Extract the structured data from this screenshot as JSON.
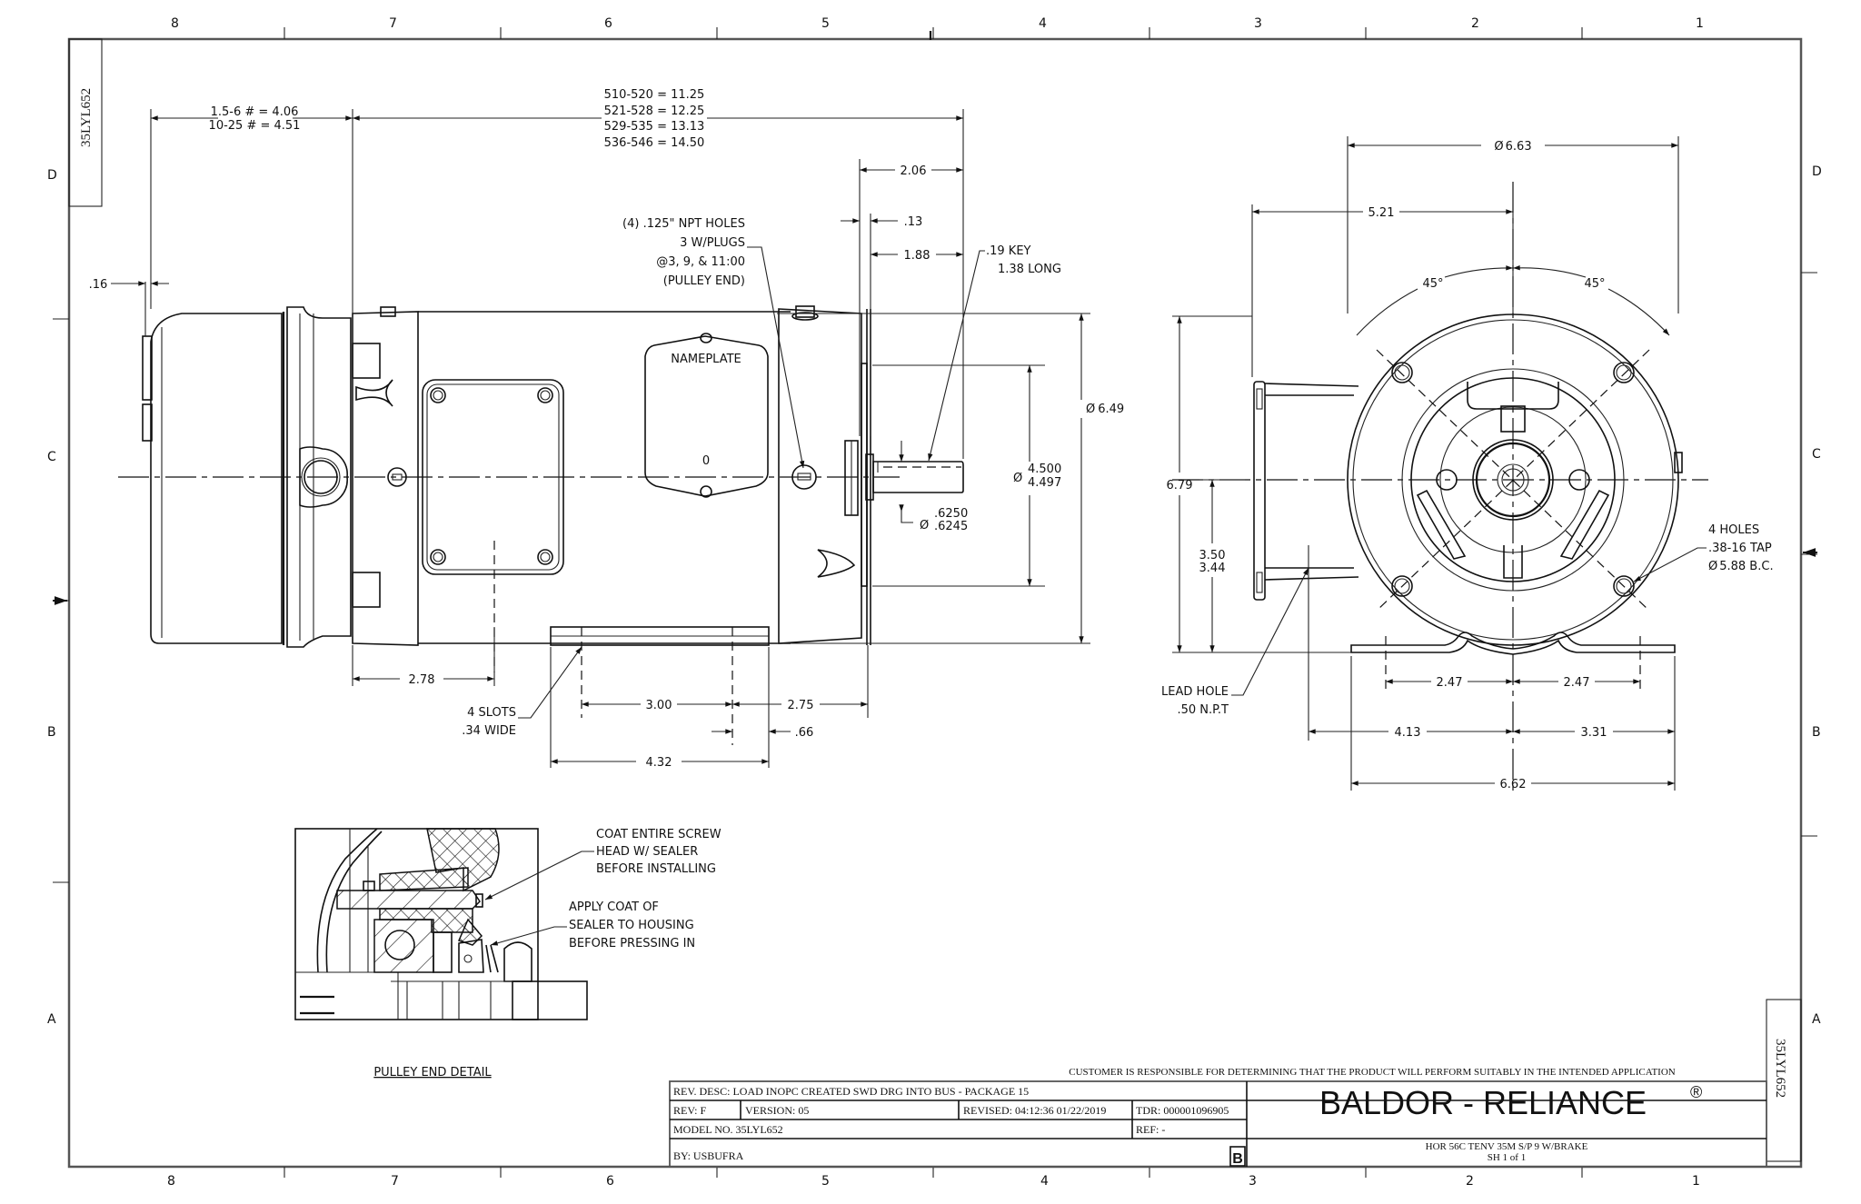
{
  "sheet": {
    "zones_top": [
      "8",
      "7",
      "6",
      "5",
      "4",
      "3",
      "2",
      "1"
    ],
    "zones_bottom": [
      "8",
      "7",
      "6",
      "5",
      "4",
      "3",
      "2",
      "1"
    ],
    "zones_left": [
      "D",
      "C",
      "B",
      "A"
    ],
    "zones_right": [
      "D",
      "C",
      "B",
      "A"
    ],
    "model_tag_top": "35LYL652",
    "model_tag_bottom": "35LYL652"
  },
  "side_view": {
    "brake_length": {
      "line1": "1.5-6 # = 4.06",
      "line2": "10-25 # = 4.51"
    },
    "overall_length": {
      "line1": "510-520 = 11.25",
      "line2": "521-528 = 12.25",
      "line3": "529-535 = 13.13",
      "line4": "536-546 = 14.50"
    },
    "dim_016": ".16",
    "dim_206": "2.06",
    "dim_013": ".13",
    "dim_188": "1.88",
    "npt_note": {
      "line1": "(4) .125\" NPT HOLES",
      "line2": "3 W/PLUGS",
      "line3": "@3, 9, & 11:00",
      "line4": "(PULLEY END)"
    },
    "key_note": {
      "line1": ".19 KEY",
      "line2": "1.38 LONG"
    },
    "nameplate_label": "NAMEPLATE",
    "nameplate_zero": "0",
    "dim_649": "6.49",
    "pilot_dia": {
      "upper": "4.500",
      "lower": "4.497"
    },
    "shaft_dia": {
      "upper": ".6250",
      "lower": ".6245"
    },
    "diameter_symbol": "Ø",
    "dim_278": "2.78",
    "slot_note": {
      "line1": "4 SLOTS",
      "line2": ".34 WIDE"
    },
    "dim_300": "3.00",
    "dim_275": "2.75",
    "dim_066": ".66",
    "dim_432": "4.32"
  },
  "end_view": {
    "dim_663": "6.63",
    "dim_521": "5.21",
    "angle_left": "45°",
    "angle_right": "45°",
    "dim_679": "6.79",
    "shaft_height": {
      "upper": "3.50",
      "lower": "3.44"
    },
    "holes_note": {
      "line1": "4 HOLES",
      "line2": ".38-16 TAP",
      "line3": "5.88 B.C."
    },
    "lead_note": {
      "line1": "LEAD HOLE",
      "line2": ".50 N.P.T"
    },
    "dim_247_left": "2.47",
    "dim_247_right": "2.47",
    "dim_413": "4.13",
    "dim_331": "3.31",
    "dim_662": "6.62"
  },
  "detail": {
    "note1": {
      "line1": "COAT ENTIRE SCREW",
      "line2": "HEAD W/ SEALER",
      "line3": "BEFORE INSTALLING"
    },
    "note2": {
      "line1": "APPLY COAT OF",
      "line2": "SEALER TO HOUSING",
      "line3": "BEFORE PRESSING IN"
    },
    "title": "PULLEY END DETAIL"
  },
  "title_block": {
    "disclaimer": "CUSTOMER IS RESPONSIBLE FOR DETERMINING THAT THE PRODUCT WILL PERFORM SUITABLY IN THE INTENDED APPLICATION",
    "rev_desc": "REV. DESC: LOAD INOPC CREATED SWD DRG INTO BUS - PACKAGE 15",
    "rev": "REV:  F",
    "version": "VERSION:  05",
    "revised": "REVISED: 04:12:36 01/22/2019",
    "tdr": "TDR: 000001096905",
    "model_no": "MODEL NO.  35LYL652",
    "ref": "REF:  -",
    "by": "BY: USBUFRA",
    "size_letter": "B",
    "company": "BALDOR - RELIANCE",
    "registered": "®",
    "description": "HOR 56C TENV 35M S/P 9 W/BRAKE",
    "sheet": "SH 1 of  1"
  }
}
